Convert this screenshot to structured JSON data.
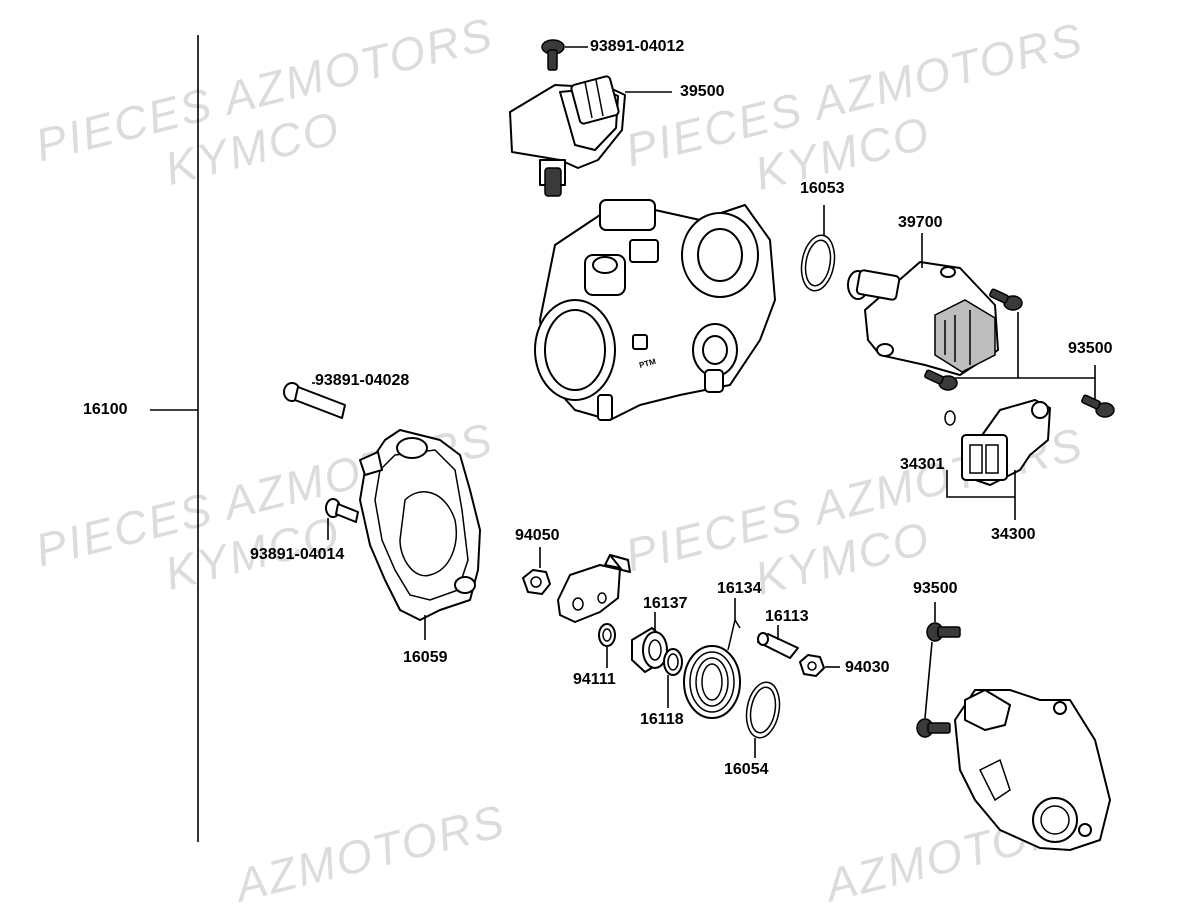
{
  "watermarks": [
    {
      "line1": "PIECES AZMOTORS",
      "line2": "KYMCO"
    },
    {
      "line1": "PIECES AZMOTORS",
      "line2": "KYMCO"
    },
    {
      "line1": "PIECES AZMOTORS",
      "line2": "KYMCO"
    },
    {
      "line1": "PIECES AZMOTORS",
      "line2": "KYMCO"
    },
    {
      "text": "AZMOTORS"
    },
    {
      "text": "AZMOTORS"
    }
  ],
  "labels": {
    "p93891_04012": "93891-04012",
    "p39500": "39500",
    "p16053": "16053",
    "p39700": "39700",
    "p93500_a": "93500",
    "p16100": "16100",
    "p93891_04028": "93891-04028",
    "p34301": "34301",
    "p34300": "34300",
    "p93891_04014": "93891-04014",
    "p94050": "94050",
    "p16059": "16059",
    "p16137": "16137",
    "p16134": "16134",
    "p16113": "16113",
    "p94111": "94111",
    "p94030": "94030",
    "p16118": "16118",
    "p16054": "16054",
    "p93500_b": "93500"
  }
}
